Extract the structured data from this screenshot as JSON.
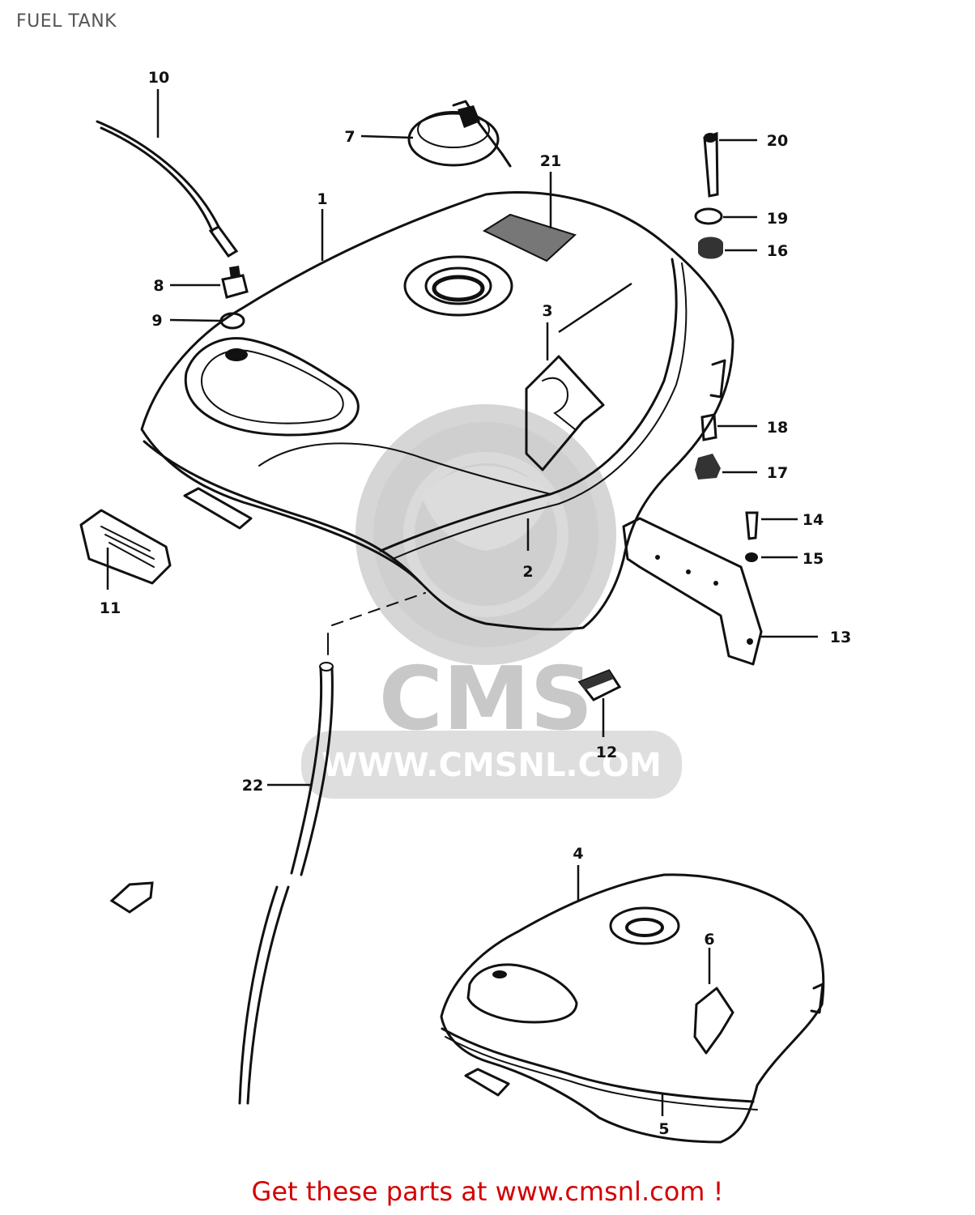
{
  "page": {
    "title": "FUEL TANK",
    "cta": "Get these parts at www.cmsnl.com !"
  },
  "watermark": {
    "logo_text": "CMS",
    "url_text": "WWW.CMSNL.COM"
  },
  "callouts": [
    {
      "id": "1",
      "label": "1"
    },
    {
      "id": "2",
      "label": "2"
    },
    {
      "id": "3",
      "label": "3"
    },
    {
      "id": "4",
      "label": "4"
    },
    {
      "id": "5",
      "label": "5"
    },
    {
      "id": "6",
      "label": "6"
    },
    {
      "id": "7",
      "label": "7"
    },
    {
      "id": "8",
      "label": "8"
    },
    {
      "id": "9",
      "label": "9"
    },
    {
      "id": "10",
      "label": "10"
    },
    {
      "id": "11",
      "label": "11"
    },
    {
      "id": "12",
      "label": "12"
    },
    {
      "id": "13",
      "label": "13"
    },
    {
      "id": "14",
      "label": "14"
    },
    {
      "id": "15",
      "label": "15"
    },
    {
      "id": "16",
      "label": "16"
    },
    {
      "id": "17",
      "label": "17"
    },
    {
      "id": "18",
      "label": "18"
    },
    {
      "id": "19",
      "label": "19"
    },
    {
      "id": "20",
      "label": "20"
    },
    {
      "id": "21",
      "label": "21"
    },
    {
      "id": "22",
      "label": "22"
    }
  ],
  "colors": {
    "title": "#555555",
    "cta": "#d40000",
    "watermark": "#cfcfcf",
    "line": "#111111"
  }
}
